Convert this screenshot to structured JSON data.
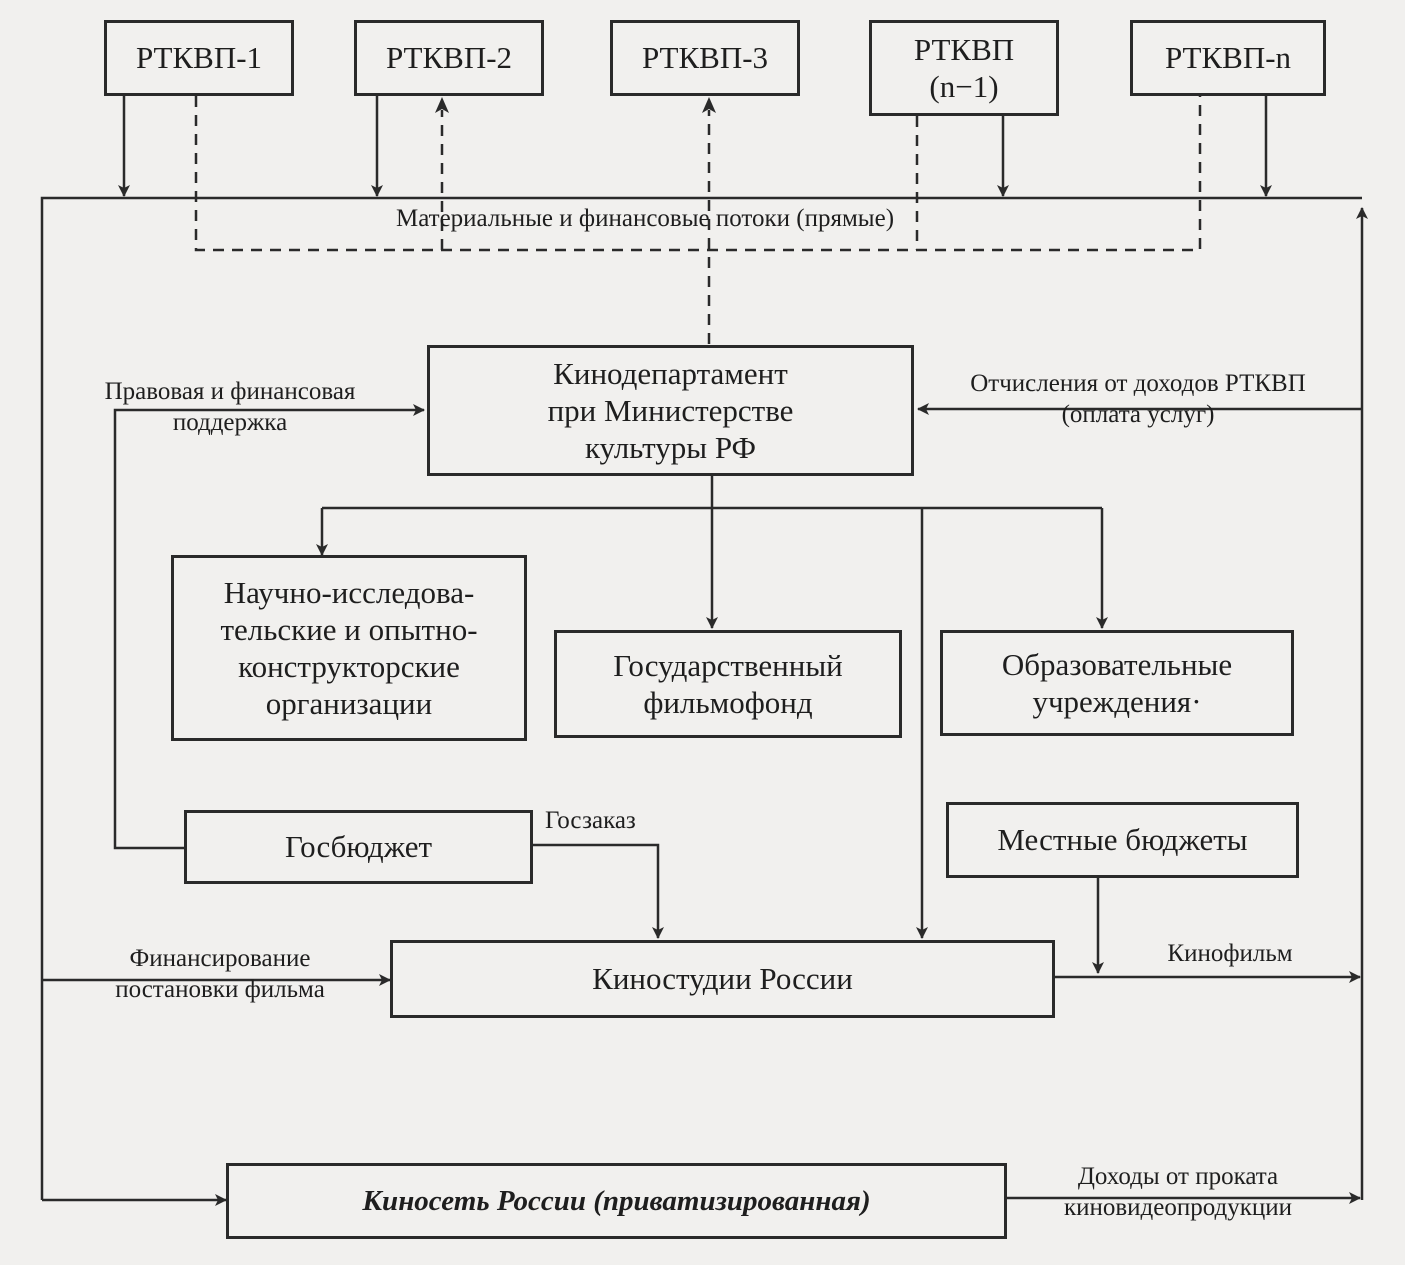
{
  "colors": {
    "ink": "#2a2a2a",
    "paper": "#f1f0ee"
  },
  "top_boxes": {
    "rtkvp1": "РТКВП-1",
    "rtkvp2": "РТКВП-2",
    "rtkvp3": "РТКВП-3",
    "rtkvp_n1": "РТКВП\n(n−1)",
    "rtkvp_n": "РТКВП-n"
  },
  "boxes": {
    "kinodepartment": "Кинодепартамент\nпри Министерстве\nкультуры РФ",
    "research": "Научно-исследова-\nтельские и опытно-\nконструкторские\nорганизации",
    "filmofond": "Государственный\nфильмофонд",
    "education": "Образовательные\nучреждения·",
    "gosbudget": "Госбюджет",
    "local_budgets": "Местные бюджеты",
    "studios": "Киностудии России",
    "kinoset": "Киносеть России (приватизированная)"
  },
  "labels": {
    "flows": "Материальные и финансовые потоки (прямые)",
    "legal_support": "Правовая и финансовая\nподдержка",
    "deductions": "Отчисления от доходов РТКВП\n(оплата услуг)",
    "goszakaz": "Госзаказ",
    "film_financing": "Финансирование\nпостановки фильма",
    "film": "Кинофильм",
    "rental_income": "Доходы от проката\nкиновидеопродукции"
  }
}
